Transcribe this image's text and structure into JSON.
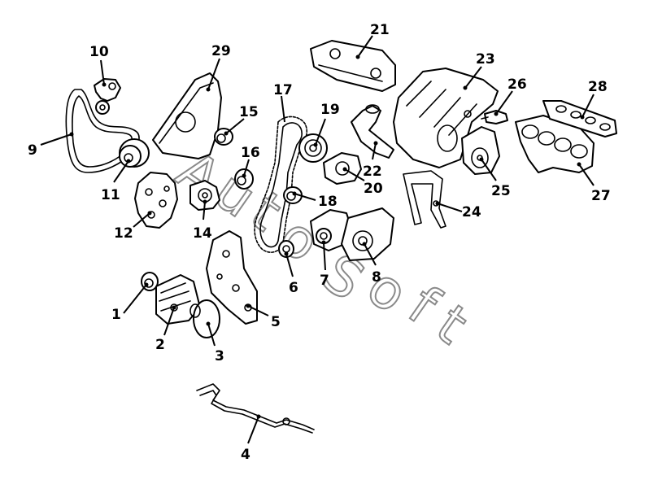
{
  "watermark": {
    "letters": [
      "A",
      "u",
      "t",
      "o",
      "S",
      "o",
      "f",
      "t"
    ]
  },
  "callouts": [
    {
      "id": "1",
      "label": "1"
    },
    {
      "id": "2",
      "label": "2"
    },
    {
      "id": "3",
      "label": "3"
    },
    {
      "id": "4",
      "label": "4"
    },
    {
      "id": "5",
      "label": "5"
    },
    {
      "id": "6",
      "label": "6"
    },
    {
      "id": "7",
      "label": "7"
    },
    {
      "id": "8",
      "label": "8"
    },
    {
      "id": "9",
      "label": "9"
    },
    {
      "id": "10",
      "label": "10"
    },
    {
      "id": "11",
      "label": "11"
    },
    {
      "id": "12",
      "label": "12"
    },
    {
      "id": "14",
      "label": "14"
    },
    {
      "id": "15",
      "label": "15"
    },
    {
      "id": "16",
      "label": "16"
    },
    {
      "id": "17",
      "label": "17"
    },
    {
      "id": "18",
      "label": "18"
    },
    {
      "id": "19",
      "label": "19"
    },
    {
      "id": "20",
      "label": "20"
    },
    {
      "id": "21",
      "label": "21"
    },
    {
      "id": "22",
      "label": "22"
    },
    {
      "id": "23",
      "label": "23"
    },
    {
      "id": "24",
      "label": "24"
    },
    {
      "id": "25",
      "label": "25"
    },
    {
      "id": "26",
      "label": "26"
    },
    {
      "id": "27",
      "label": "27"
    },
    {
      "id": "28",
      "label": "28"
    },
    {
      "id": "29",
      "label": "29"
    }
  ]
}
